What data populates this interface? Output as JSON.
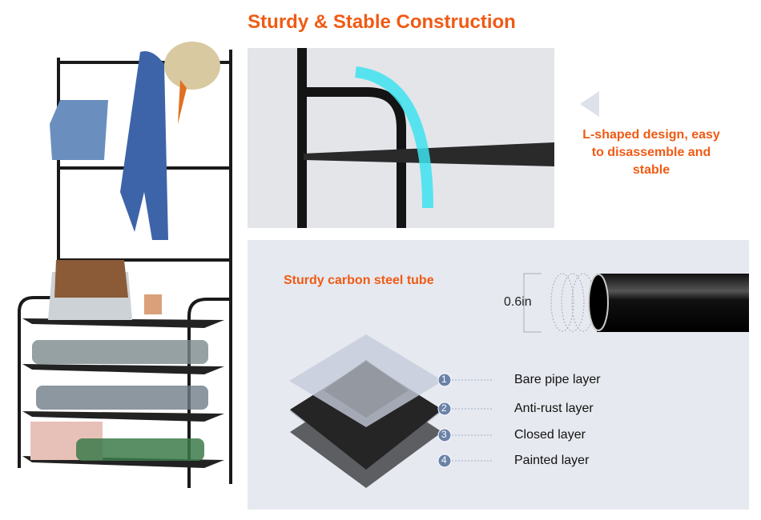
{
  "title": "Sturdy & Stable Construction",
  "callout": {
    "lines": [
      "L-shaped design, easy",
      "to disassemble and",
      "stable"
    ]
  },
  "tube": {
    "heading": "Sturdy carbon steel tube",
    "diameter": "0.6in"
  },
  "layers": [
    {
      "num": "1",
      "label": "Bare pipe layer"
    },
    {
      "num": "2",
      "label": "Anti-rust layer"
    },
    {
      "num": "3",
      "label": "Closed layer"
    },
    {
      "num": "4",
      "label": "Painted layer"
    }
  ],
  "colors": {
    "accent": "#f05a14",
    "badge": "#6b82a8"
  }
}
